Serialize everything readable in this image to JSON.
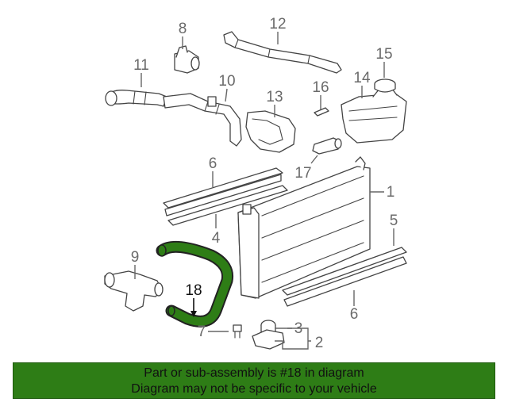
{
  "callouts": {
    "c1": "1",
    "c2": "2",
    "c3": "3",
    "c4": "4",
    "c5": "5",
    "c6a": "6",
    "c6b": "6",
    "c7": "7",
    "c8": "8",
    "c9": "9",
    "c10": "10",
    "c11": "11",
    "c12": "12",
    "c13": "13",
    "c14": "14",
    "c15": "15",
    "c16": "16",
    "c17": "17",
    "c18": "18"
  },
  "highlight": {
    "part_number": "18",
    "color": "#2e7d16"
  },
  "banner": {
    "line1": "Part or sub-assembly is #18 in diagram",
    "line2": "Diagram may not be specific to your vehicle",
    "color": "#2e7d16"
  }
}
